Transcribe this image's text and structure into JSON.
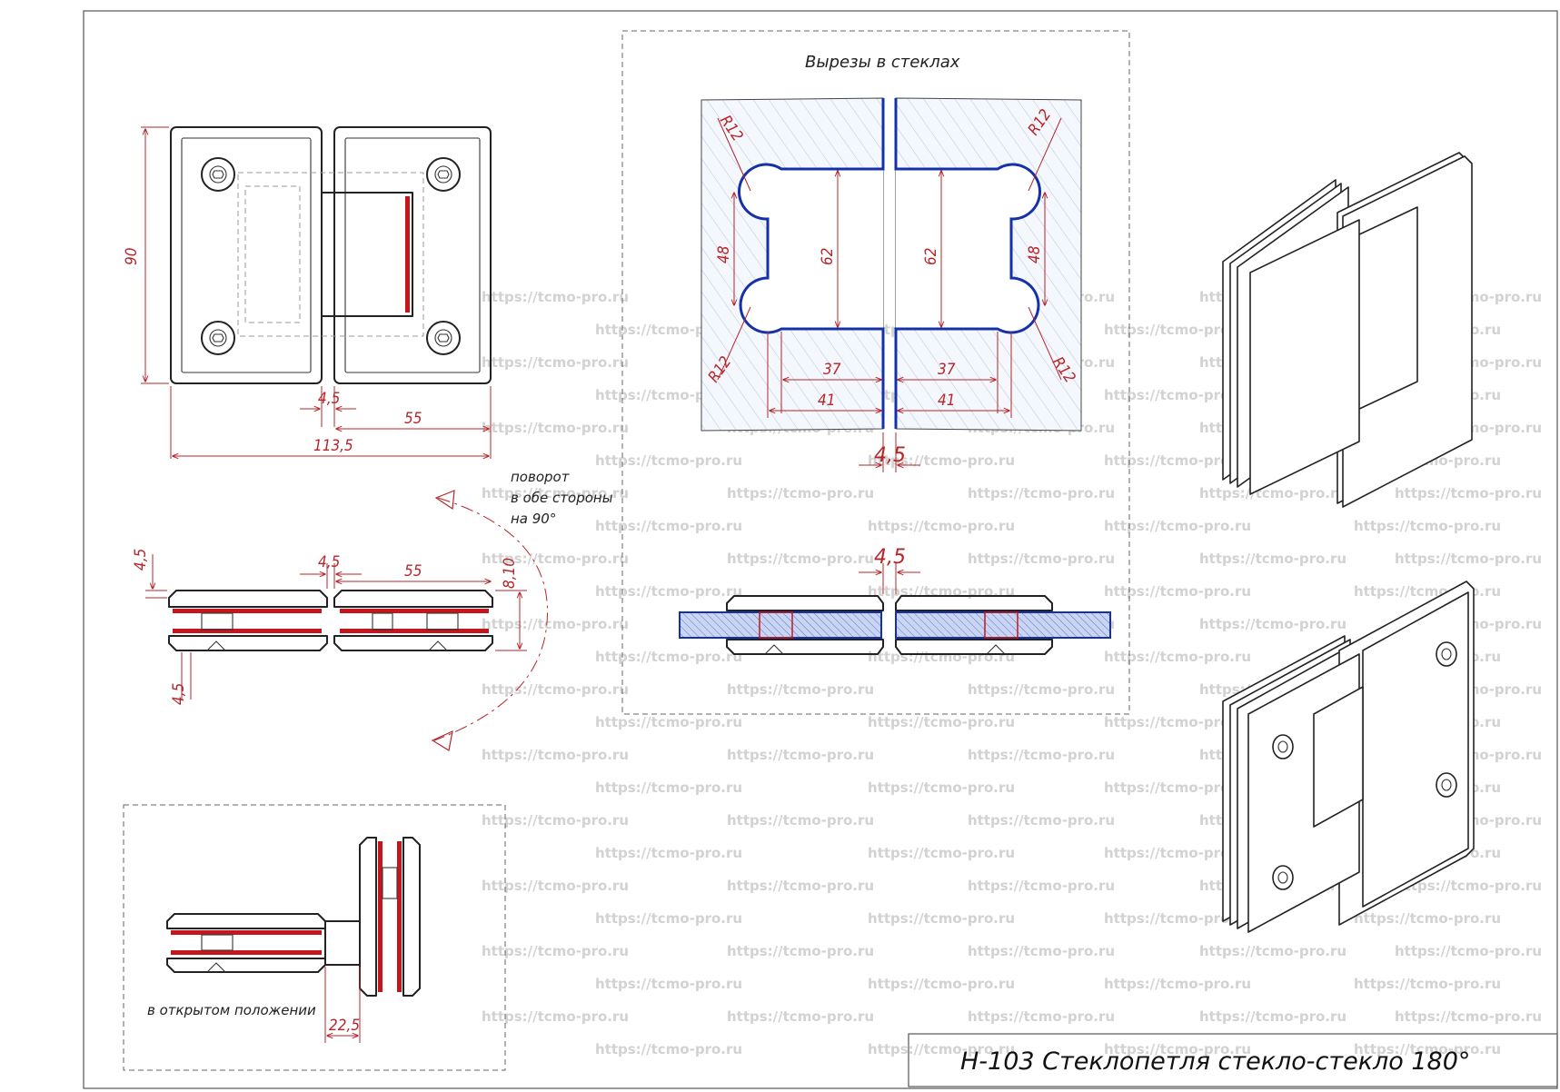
{
  "title": "Н-103 Стеклопетля стекло-стекло 180°",
  "section_title": "Вырезы в стеклах",
  "notes": {
    "rotation_line1": "поворот",
    "rotation_line2": "в обе стороны",
    "rotation_line3": "на 90°",
    "open_position": "в открытом положении"
  },
  "dimensions": {
    "front_height": "90",
    "front_gap": "4,5",
    "front_leaf": "55",
    "front_total": "113,5",
    "side_top": "4,5",
    "side_gap": "4,5",
    "side_leaf": "55",
    "side_height": "8,10",
    "side_bottom": "4,5",
    "cut_radius_tl": "R12",
    "cut_radius_tr": "R12",
    "cut_radius_bl": "R12",
    "cut_radius_br": "R12",
    "cut_left_48": "48",
    "cut_left_62": "62",
    "cut_right_62": "62",
    "cut_right_48": "48",
    "cut_left_37": "37",
    "cut_left_41": "41",
    "cut_right_37": "37",
    "cut_right_41": "41",
    "cut_gap": "4,5",
    "glass_gap": "4,5",
    "open_offset": "22,5"
  },
  "watermark": "https://tcmo-pro.ru",
  "colors": {
    "dimension": "#b5252a",
    "glass_cut": "#1530a8",
    "outline": "#222222"
  }
}
